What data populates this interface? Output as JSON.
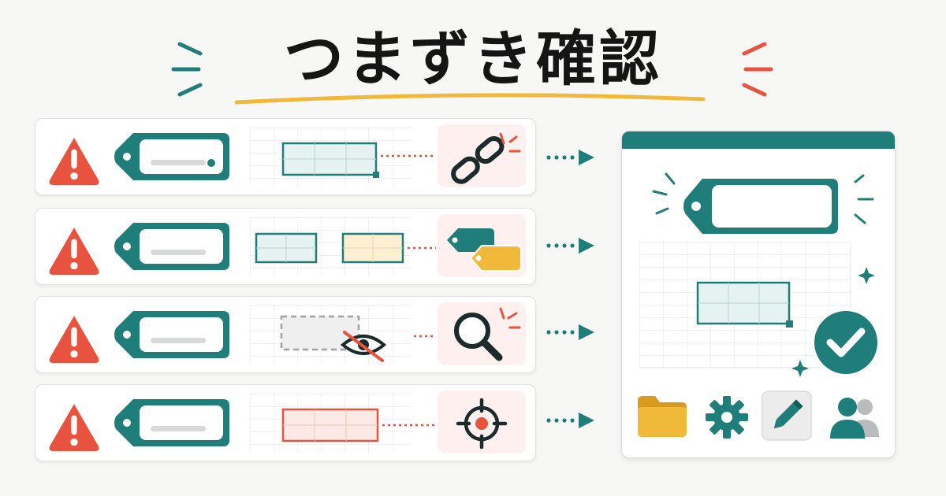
{
  "title": "つまずき確認",
  "colors": {
    "teal": "#1f7d7a",
    "warning_red": "#e8533f",
    "accent_yellow": "#f0b93a",
    "tag_fill": "#eef7f6",
    "link_red_bg": "#fdf0ee"
  },
  "issues": [
    {
      "warning": "warning-icon",
      "tag": "tag-icon",
      "illustration": "selected-range",
      "icon": "broken-link-icon"
    },
    {
      "warning": "warning-icon",
      "tag": "tag-icon",
      "illustration": "two-ranges",
      "icon": "duplicate-tags-icon"
    },
    {
      "warning": "warning-icon",
      "tag": "tag-icon",
      "illustration": "hidden-range",
      "icon": "magnifier-icon"
    },
    {
      "warning": "warning-icon",
      "tag": "tag-icon",
      "illustration": "wrong-range",
      "icon": "target-icon"
    }
  ],
  "result_panel": {
    "icons": [
      "tag-icon",
      "check-icon",
      "folder-icon",
      "gear-icon",
      "pencil-icon",
      "users-icon",
      "sparkle-icon"
    ]
  }
}
